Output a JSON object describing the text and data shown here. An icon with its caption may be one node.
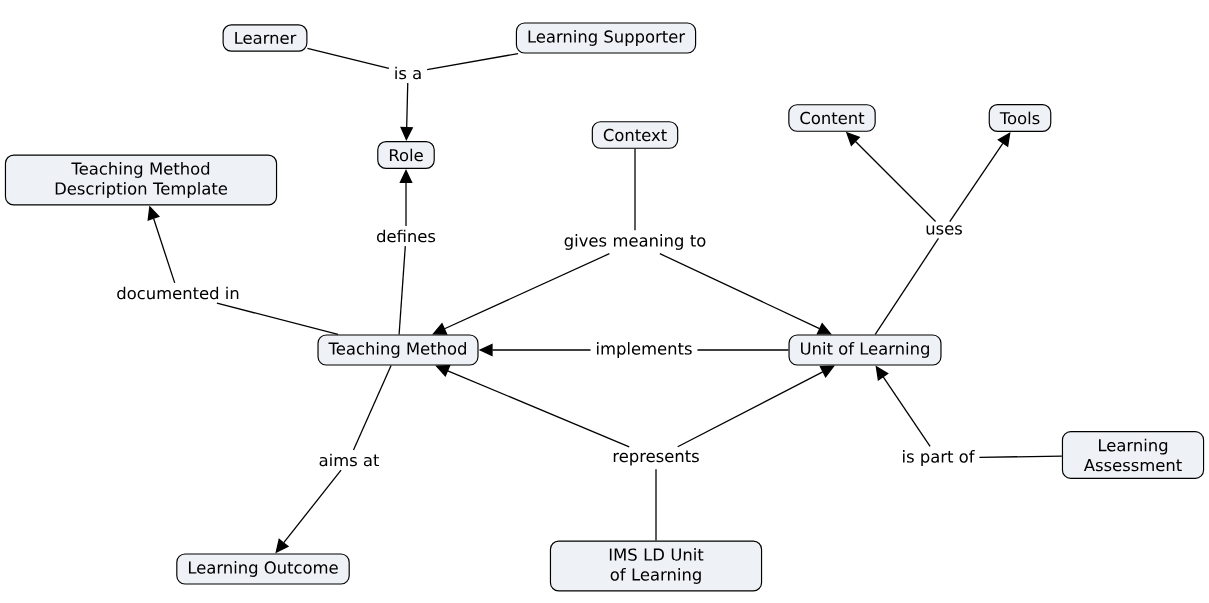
{
  "diagram": {
    "nodes": [
      {
        "text": [
          "Learner"
        ]
      },
      {
        "text": [
          "Learning Supporter"
        ]
      },
      {
        "text": [
          "is a"
        ]
      },
      {
        "text": [
          "Role"
        ]
      },
      {
        "text": [
          "Context"
        ]
      },
      {
        "text": [
          "Content"
        ]
      },
      {
        "text": [
          "Tools"
        ]
      },
      {
        "text": [
          "Teaching Method Description Template"
        ]
      },
      {
        "text": [
          "defines"
        ]
      },
      {
        "text": [
          "gives meaning to"
        ]
      },
      {
        "text": [
          "uses"
        ]
      },
      {
        "text": [
          "documented in"
        ]
      },
      {
        "text": [
          "Teaching Method"
        ]
      },
      {
        "text": [
          "implements"
        ]
      },
      {
        "text": [
          "Unit of Learning"
        ]
      },
      {
        "text": [
          "aims at"
        ]
      },
      {
        "text": [
          "represents"
        ]
      },
      {
        "text": [
          "is part of"
        ]
      },
      {
        "text": [
          "Learning Assessment"
        ]
      },
      {
        "text": [
          "Learning Outcome"
        ]
      },
      {
        "text": [
          "IMS LD Unit of Learning"
        ]
      }
    ],
    "edges": [
      {
        "from": 0,
        "to": 2,
        "arrow": "none"
      },
      {
        "from": 1,
        "to": 2,
        "arrow": "none"
      },
      {
        "from": 2,
        "to": 3,
        "arrow": "to"
      },
      {
        "from": 12,
        "to": 8,
        "arrow": "none"
      },
      {
        "from": 8,
        "to": 3,
        "arrow": "to"
      },
      {
        "from": 4,
        "to": 9,
        "arrow": "none"
      },
      {
        "from": 9,
        "to": 12,
        "arrow": "to"
      },
      {
        "from": 9,
        "to": 14,
        "arrow": "to"
      },
      {
        "from": 14,
        "to": 10,
        "arrow": "none"
      },
      {
        "from": 10,
        "to": 5,
        "arrow": "to"
      },
      {
        "from": 10,
        "to": 6,
        "arrow": "to"
      },
      {
        "from": 12,
        "to": 11,
        "arrow": "none"
      },
      {
        "from": 11,
        "to": 7,
        "arrow": "to"
      },
      {
        "from": 14,
        "to": 13,
        "arrow": "none"
      },
      {
        "from": 13,
        "to": 12,
        "arrow": "to"
      },
      {
        "from": 12,
        "to": 15,
        "arrow": "none"
      },
      {
        "from": 15,
        "to": 19,
        "arrow": "to"
      },
      {
        "from": 20,
        "to": 16,
        "arrow": "none"
      },
      {
        "from": 16,
        "to": 12,
        "arrow": "to"
      },
      {
        "from": 16,
        "to": 14,
        "arrow": "to"
      },
      {
        "from": 18,
        "to": 17,
        "arrow": "none"
      },
      {
        "from": 17,
        "to": 14,
        "arrow": "to"
      }
    ]
  }
}
